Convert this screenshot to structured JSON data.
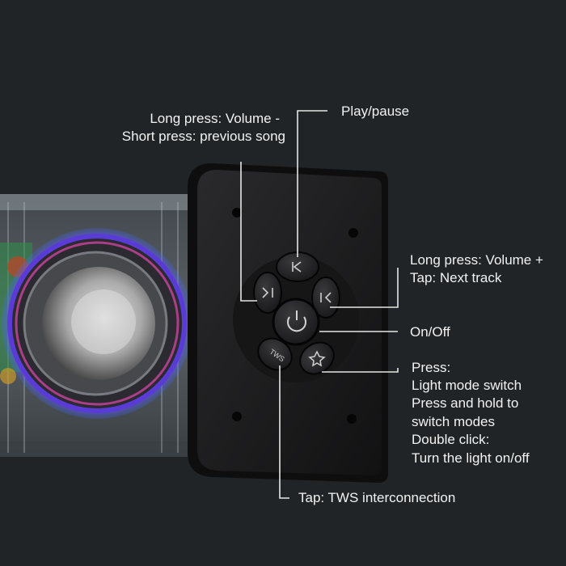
{
  "colors": {
    "background": "#202427",
    "speaker_body": "#1d1d1f",
    "control_face": "#1b1b1c",
    "button": "#262628",
    "callout_line": "#e6e6e6",
    "text": "#f2f2f2",
    "led_purple": "#8a3cff",
    "led_blue": "#3c6bff",
    "led_pink": "#ff4fbf"
  },
  "buttons": {
    "previous_icon": "previous-icon",
    "next_icon": "next-icon",
    "play_pause_icon": "play-pause-icon",
    "power_icon": "power-icon",
    "light_icon": "light-icon",
    "tws_text": "TWS"
  },
  "labels": {
    "volume_down_line1": "Long press: Volume -",
    "volume_down_line2": "Short press: previous song",
    "play_pause": "Play/pause",
    "volume_up_line1": "Long press: Volume +",
    "volume_up_line2": "Tap: Next track",
    "on_off": "On/Off",
    "light_line1": "Press:",
    "light_line2": "Light mode switch",
    "light_line3": "Press and hold to",
    "light_line4": "switch modes",
    "light_line5": "Double click:",
    "light_line6": "Turn the light on/off",
    "tws": "Tap: TWS interconnection"
  }
}
